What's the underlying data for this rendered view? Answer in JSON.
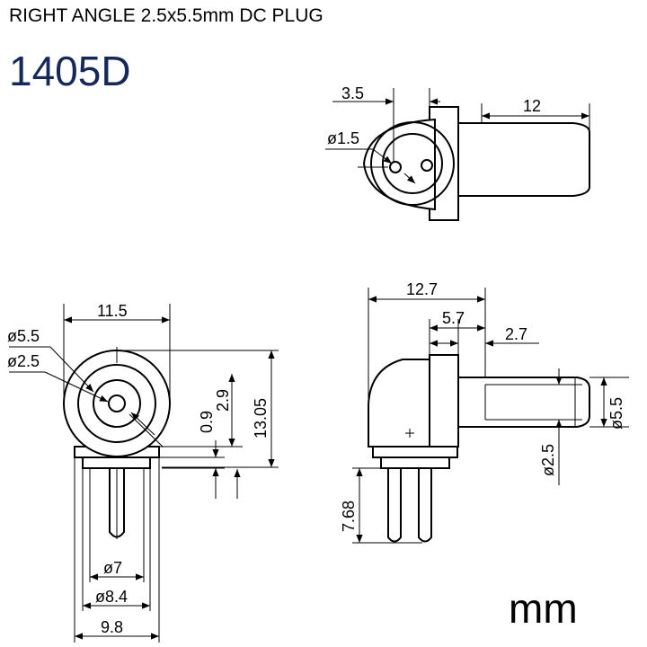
{
  "header": {
    "title": "RIGHT ANGLE 2.5x5.5mm DC PLUG",
    "model": "1405D"
  },
  "footer": {
    "unit": "mm"
  },
  "views": {
    "top": {
      "dim_left": "3.5",
      "dim_right": "12",
      "dim_hole": "ø1.5"
    },
    "front": {
      "dim_width": "11.5",
      "dim_outer_dia": "ø5.5",
      "dim_inner_dia": "ø2.5",
      "dim_0_9": "0.9",
      "dim_2_9": "2.9",
      "dim_height": "13.05",
      "dim_7": "ø7",
      "dim_8_4": "ø8.4",
      "dim_9_8": "9.8"
    },
    "side": {
      "dim_12_7": "12.7",
      "dim_5_7": "5.7",
      "dim_2_7": "2.7",
      "dim_5_5": "ø5.5",
      "dim_2_5": "ø2.5",
      "dim_7_68": "7.68"
    }
  }
}
